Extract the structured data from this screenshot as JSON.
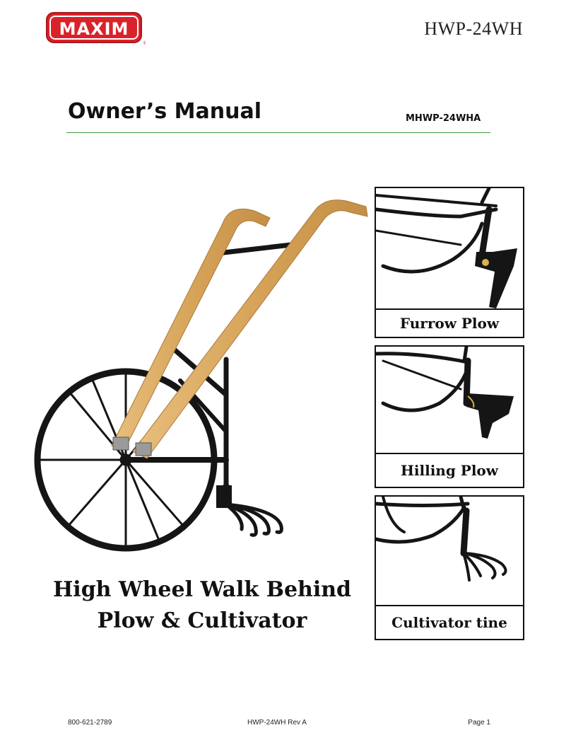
{
  "header": {
    "brand": "MAXIM",
    "model_top": "HWP-24WH"
  },
  "title_block": {
    "title": "Owner’s Manual",
    "model": "MHWP-24WHA"
  },
  "product": {
    "name_line1": "High Wheel Walk Behind",
    "name_line2": "Plow & Cultivator"
  },
  "attachments": [
    {
      "label": "Furrow Plow"
    },
    {
      "label": "Hilling Plow"
    },
    {
      "label": "Cultivator tine"
    }
  ],
  "footer": {
    "phone": "800-621-2789",
    "revision": "HWP-24WH Rev A",
    "page": "Page 1"
  },
  "colors": {
    "brand_red": "#d9232a",
    "rule_green": "#3c9a3c",
    "wood": "#d9a75c",
    "metal": "#151515"
  }
}
